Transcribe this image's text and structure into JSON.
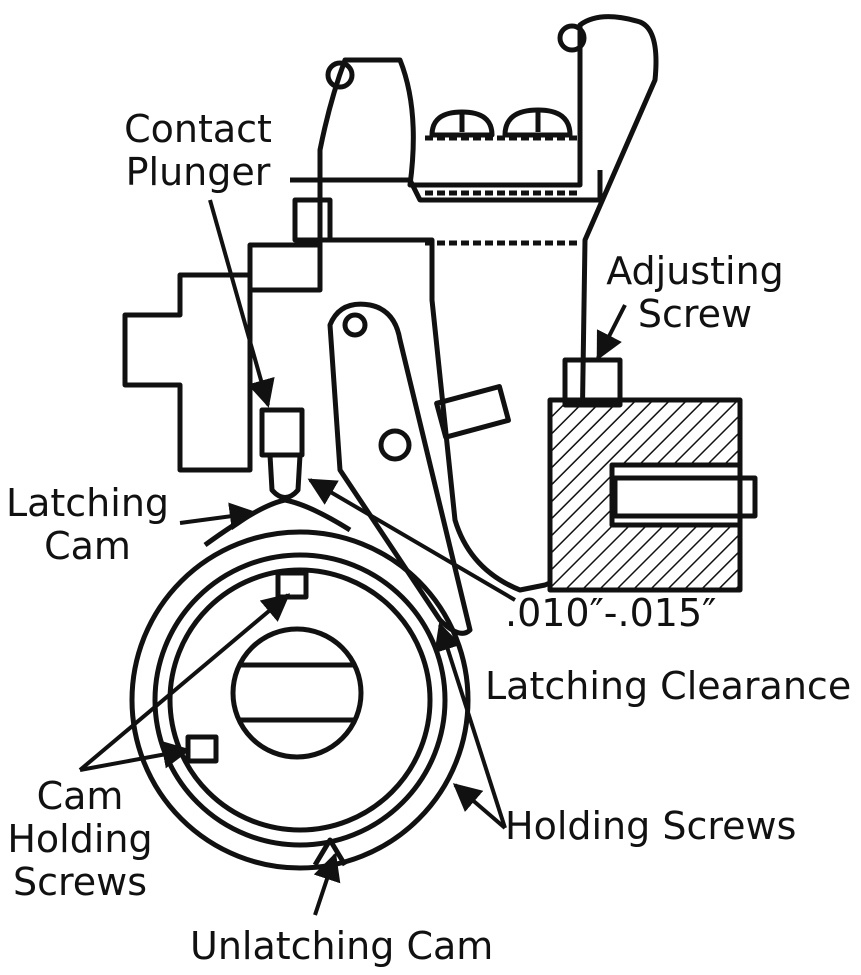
{
  "labels": {
    "contact_plunger": {
      "line1": "Contact",
      "line2": "Plunger"
    },
    "adjusting_screw": {
      "line1": "Adjusting",
      "line2": "Screw"
    },
    "latching_cam": {
      "line1": "Latching",
      "line2": "Cam"
    },
    "clearance_value": ".010″-.015″",
    "latching_clearance": "Latching Clearance",
    "cam_holding_screws": {
      "line1": "Cam",
      "line2": "Holding",
      "line3": "Screws"
    },
    "holding_screws": "Holding Screws",
    "unlatching_cam": "Unlatching Cam"
  },
  "colors": {
    "ink": "#111111",
    "paper": "#ffffff"
  }
}
